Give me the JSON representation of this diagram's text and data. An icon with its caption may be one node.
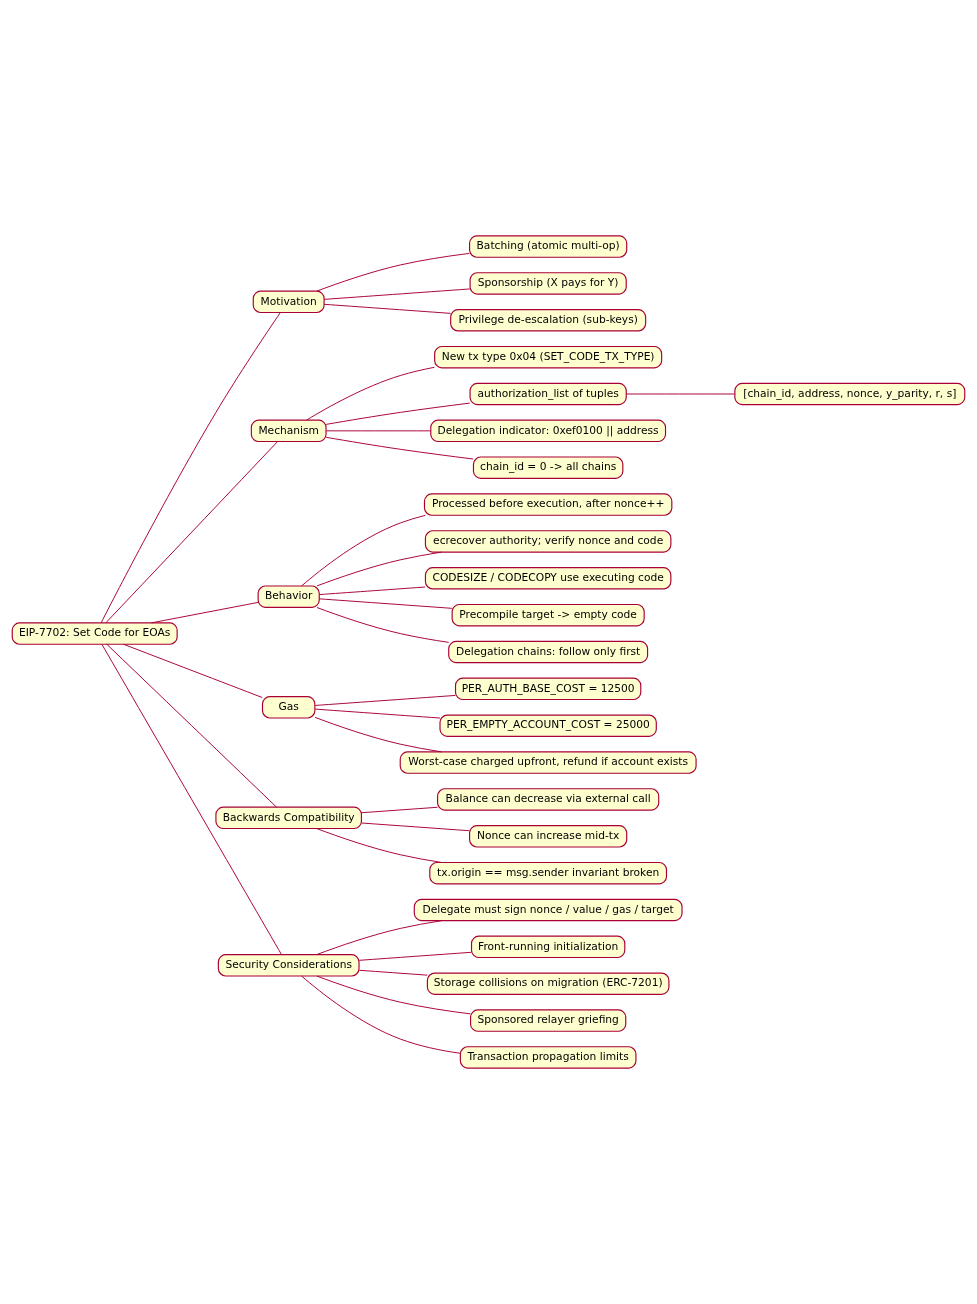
{
  "diagram": {
    "nodes": [
      {
        "text": [
          "EIP-7702: Set Code for EOAs"
        ]
      },
      {
        "text": [
          "Motivation"
        ]
      },
      {
        "text": [
          "Batching (atomic multi-op)"
        ]
      },
      {
        "text": [
          "Sponsorship (X pays for Y)"
        ]
      },
      {
        "text": [
          "Privilege de-escalation (sub-keys)"
        ]
      },
      {
        "text": [
          "Mechanism"
        ]
      },
      {
        "text": [
          "New tx type 0x04 (SET_CODE_TX_TYPE)"
        ]
      },
      {
        "text": [
          "authorization_list of tuples"
        ]
      },
      {
        "text": [
          "[chain_id, address, nonce, y_parity, r, s]"
        ]
      },
      {
        "text": [
          "Delegation indicator: 0xef0100 || address"
        ]
      },
      {
        "text": [
          "chain_id = 0 -> all chains"
        ]
      },
      {
        "text": [
          "Behavior"
        ]
      },
      {
        "text": [
          "Processed before execution, after nonce++"
        ]
      },
      {
        "text": [
          "ecrecover authority; verify nonce and code"
        ]
      },
      {
        "text": [
          "CODESIZE / CODECOPY use executing code"
        ]
      },
      {
        "text": [
          "Precompile target -> empty code"
        ]
      },
      {
        "text": [
          "Delegation chains: follow only first"
        ]
      },
      {
        "text": [
          "Gas"
        ]
      },
      {
        "text": [
          "PER_AUTH_BASE_COST = 12500"
        ]
      },
      {
        "text": [
          "PER_EMPTY_ACCOUNT_COST = 25000"
        ]
      },
      {
        "text": [
          "Worst-case charged upfront, refund if account exists"
        ]
      },
      {
        "text": [
          "Backwards Compatibility"
        ]
      },
      {
        "text": [
          "Balance can decrease via external call"
        ]
      },
      {
        "text": [
          "Nonce can increase mid-tx"
        ]
      },
      {
        "text": [
          "tx.origin == msg.sender invariant broken"
        ]
      },
      {
        "text": [
          "Security Considerations"
        ]
      },
      {
        "text": [
          "Delegate must sign nonce / value / gas / target"
        ]
      },
      {
        "text": [
          "Front-running initialization"
        ]
      },
      {
        "text": [
          "Storage collisions on migration (ERC-7201)"
        ]
      },
      {
        "text": [
          "Sponsored relayer griefing"
        ]
      },
      {
        "text": [
          "Transaction propagation limits"
        ]
      }
    ],
    "edges": [
      {
        "from": 0,
        "to": 1,
        "arrow": "none"
      },
      {
        "from": 1,
        "to": 2,
        "arrow": "none"
      },
      {
        "from": 1,
        "to": 3,
        "arrow": "none"
      },
      {
        "from": 1,
        "to": 4,
        "arrow": "none"
      },
      {
        "from": 0,
        "to": 5,
        "arrow": "none"
      },
      {
        "from": 5,
        "to": 6,
        "arrow": "none"
      },
      {
        "from": 5,
        "to": 7,
        "arrow": "none"
      },
      {
        "from": 7,
        "to": 8,
        "arrow": "none"
      },
      {
        "from": 5,
        "to": 9,
        "arrow": "none"
      },
      {
        "from": 5,
        "to": 10,
        "arrow": "none"
      },
      {
        "from": 0,
        "to": 11,
        "arrow": "none"
      },
      {
        "from": 11,
        "to": 12,
        "arrow": "none"
      },
      {
        "from": 11,
        "to": 13,
        "arrow": "none"
      },
      {
        "from": 11,
        "to": 14,
        "arrow": "none"
      },
      {
        "from": 11,
        "to": 15,
        "arrow": "none"
      },
      {
        "from": 11,
        "to": 16,
        "arrow": "none"
      },
      {
        "from": 0,
        "to": 17,
        "arrow": "none"
      },
      {
        "from": 17,
        "to": 18,
        "arrow": "none"
      },
      {
        "from": 17,
        "to": 19,
        "arrow": "none"
      },
      {
        "from": 17,
        "to": 20,
        "arrow": "none"
      },
      {
        "from": 0,
        "to": 21,
        "arrow": "none"
      },
      {
        "from": 21,
        "to": 22,
        "arrow": "none"
      },
      {
        "from": 21,
        "to": 23,
        "arrow": "none"
      },
      {
        "from": 21,
        "to": 24,
        "arrow": "none"
      },
      {
        "from": 0,
        "to": 25,
        "arrow": "none"
      },
      {
        "from": 25,
        "to": 26,
        "arrow": "none"
      },
      {
        "from": 25,
        "to": 27,
        "arrow": "none"
      },
      {
        "from": 25,
        "to": 28,
        "arrow": "none"
      },
      {
        "from": 25,
        "to": 29,
        "arrow": "none"
      },
      {
        "from": 25,
        "to": 30,
        "arrow": "none"
      }
    ]
  }
}
